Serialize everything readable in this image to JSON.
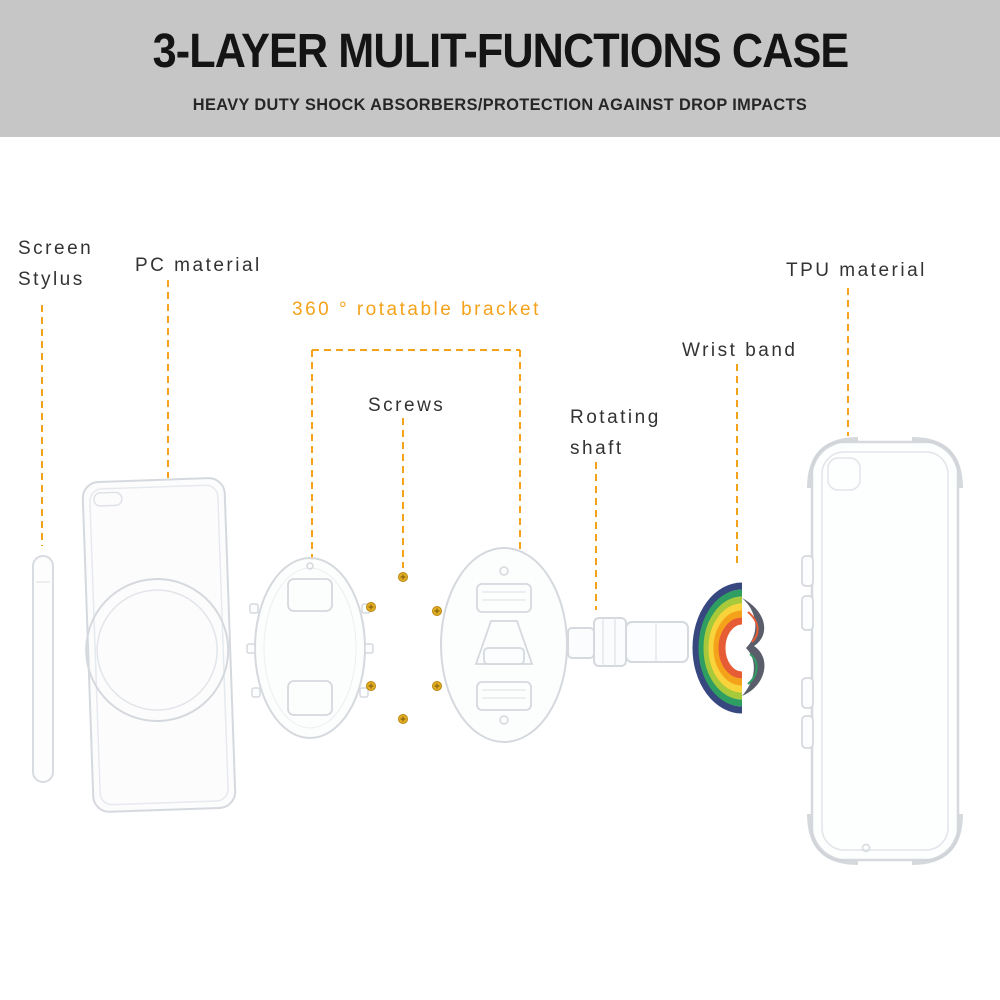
{
  "header": {
    "title": "3-LAYER MULIT-FUNCTIONS CASE",
    "subtitle": "HEAVY DUTY SHOCK ABSORBERS/PROTECTION AGAINST DROP IMPACTS"
  },
  "labels": {
    "screen_stylus": "Screen\nStylus",
    "pc_material": "PC material",
    "rotatable_bracket": "360 ° rotatable bracket",
    "screws": "Screws",
    "rotating_shaft": "Rotating\nshaft",
    "wrist_band": "Wrist band",
    "tpu_material": "TPU material"
  },
  "colors": {
    "accent": "#F5A21B",
    "header_bg": "#C6C6C6",
    "screw_gold": "#D9A421",
    "band_stripes": [
      "#37477F",
      "#2E9E62",
      "#A8C93A",
      "#F8D33A",
      "#F5A21B",
      "#E65C35"
    ]
  }
}
